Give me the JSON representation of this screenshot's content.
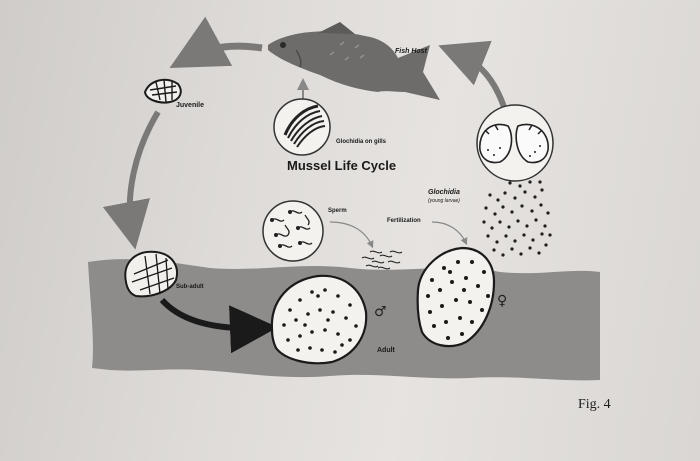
{
  "diagram": {
    "title": "Mussel Life Cycle",
    "labels": {
      "fish_host": "Fish Host",
      "juvenile": "Juvenile",
      "glochidia_on_gills": "Glochidia on gills",
      "sperm": "Sperm",
      "fertilization": "Fertilization",
      "glochidia": "Glochidia",
      "young_larvae": "(young larvae)",
      "sub_adult": "Sub-adult",
      "adult": "Adult",
      "male_symbol": "♂",
      "female_symbol": "♀"
    },
    "figure_label": "Fig. 4"
  },
  "colors": {
    "background": "#e2dfdc",
    "riverbed": "#8e8c8b",
    "fish": "#6e6c6b",
    "arrow": "#7b7978",
    "shell_fill": "#f4f2ee",
    "dark": "#1a1a1a"
  },
  "icons": [
    "fish-icon",
    "juvenile-mussel-icon",
    "sub-adult-mussel-icon",
    "adult-male-mussel-icon",
    "adult-female-mussel-icon",
    "sperm-icon",
    "glochidia-icon"
  ]
}
